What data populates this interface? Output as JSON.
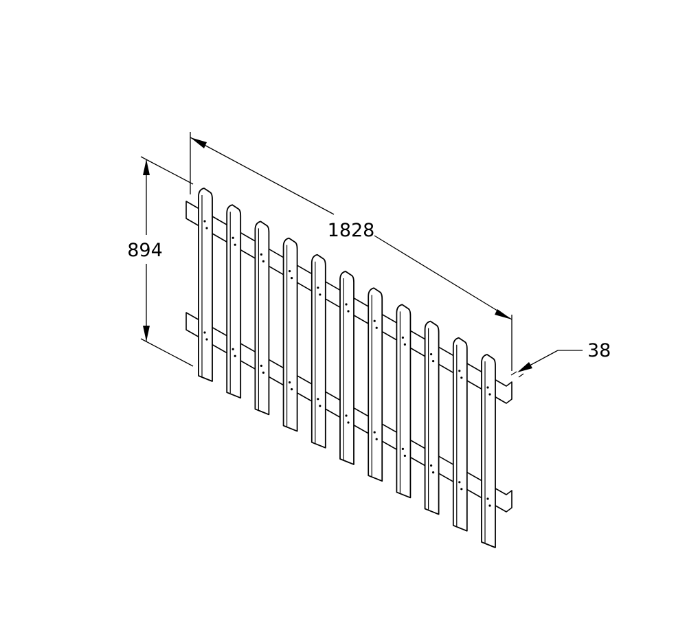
{
  "dimensions": {
    "width": "1828",
    "height": "894",
    "thickness": "38"
  },
  "colors": {
    "line": "#000000",
    "fill": "#ffffff"
  }
}
